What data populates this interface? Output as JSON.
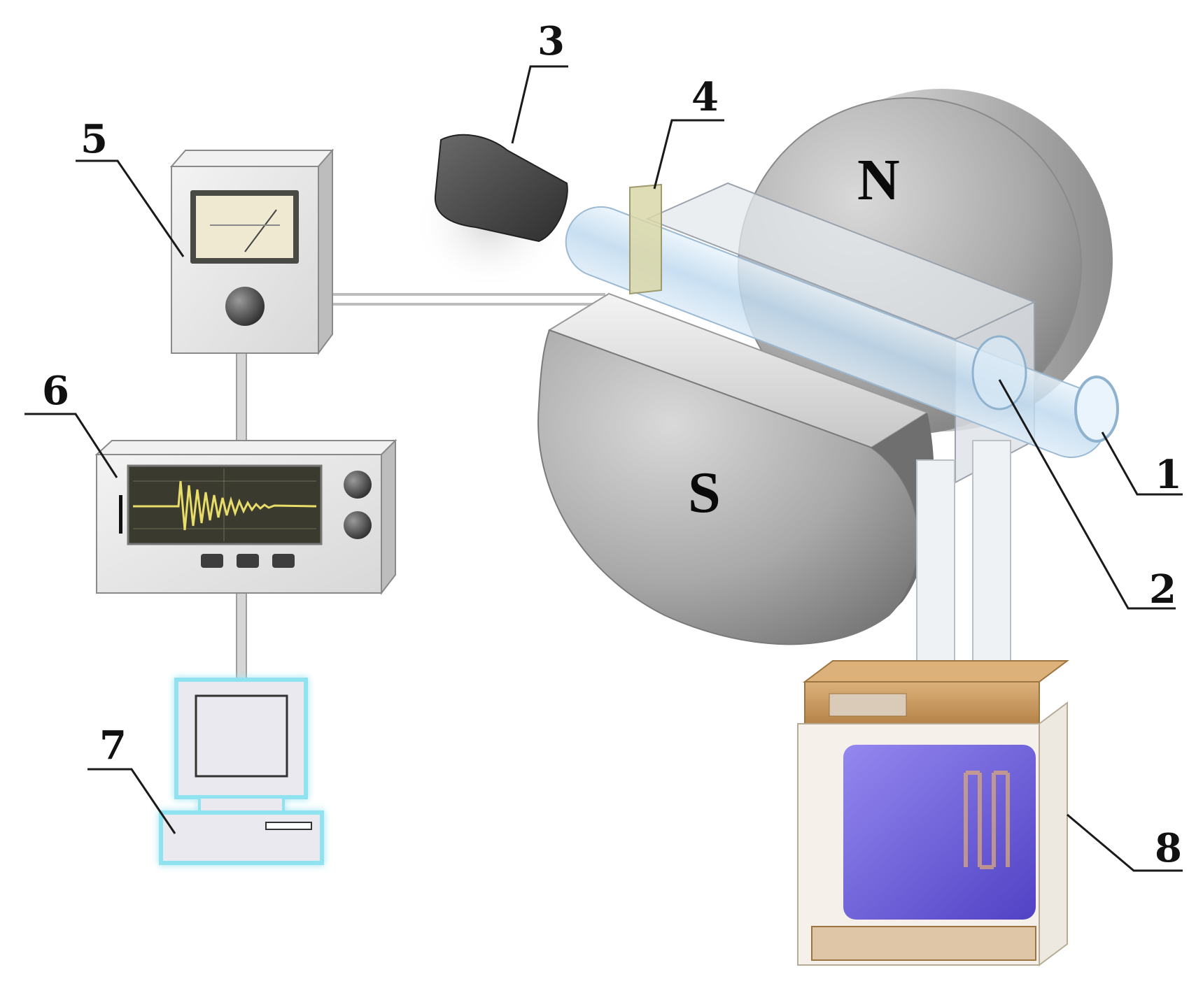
{
  "diagram": {
    "labels": [
      {
        "id": "1",
        "text": "1"
      },
      {
        "id": "2",
        "text": "2"
      },
      {
        "id": "3",
        "text": "3"
      },
      {
        "id": "4",
        "text": "4"
      },
      {
        "id": "5",
        "text": "5"
      },
      {
        "id": "6",
        "text": "6"
      },
      {
        "id": "7",
        "text": "7"
      },
      {
        "id": "8",
        "text": "8"
      }
    ],
    "poles": {
      "north": "N",
      "south": "S"
    }
  },
  "colors": {
    "magnet": "#9a9a9a",
    "tube": "#cfe4f5",
    "box": "#e6e6e6",
    "screen": "#3a3a2e",
    "trace": "#e8dc6a",
    "computer": "#e9e9ef",
    "computer_glow": "#8fe3f0",
    "heater_top": "#c99a5e",
    "heater_core": "#5b4bd8",
    "lamp": "#4a4a4a"
  }
}
